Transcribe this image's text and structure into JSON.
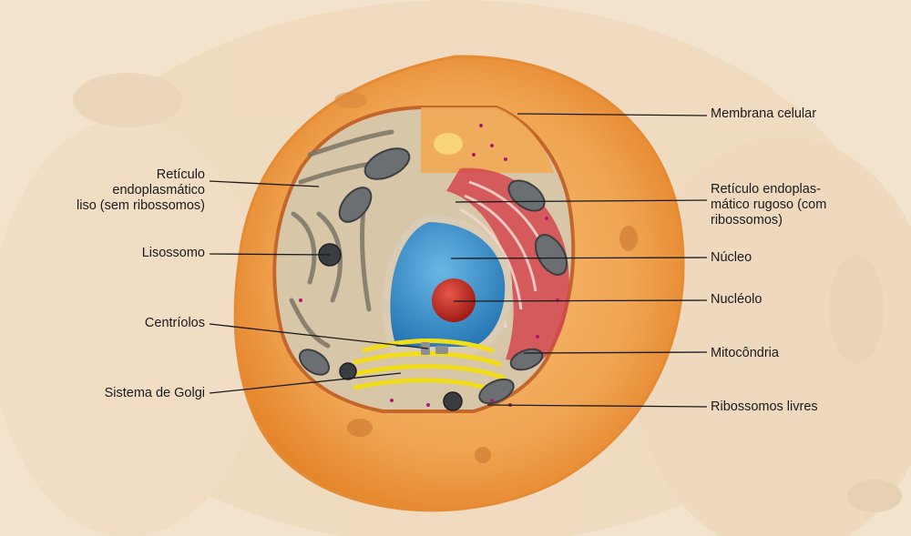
{
  "labels": {
    "membrana": "Membrana celular",
    "reticulo_rugoso": [
      "Retículo endoplas-",
      "mático rugoso (com",
      "ribossomos)"
    ],
    "nucleo": "Núcleo",
    "nucleolo": "Nucléolo",
    "mitocondria": "Mitocôndria",
    "ribossomos_livres": "Ribossomos livres",
    "reticulo_liso": [
      "Retículo",
      "endoplasmático",
      "liso (sem ribossomos)"
    ],
    "lisossomo": "Lisossomo",
    "centriolos": "Centríolos",
    "golgi": "Sistema de Golgi"
  },
  "colors": {
    "background": "#f3e3cc",
    "cytoplasm": "#f0a552",
    "membrane_rim": "#e07a1e",
    "cut_surface": "#d8c6a8",
    "nucleus": "#2f86c8",
    "nucleolus": "#c8281c",
    "rough_er": "#d4474e",
    "golgi": "#f2dd1a",
    "mitochondria": "#6b6f72",
    "ribosome": "#b0196e"
  }
}
